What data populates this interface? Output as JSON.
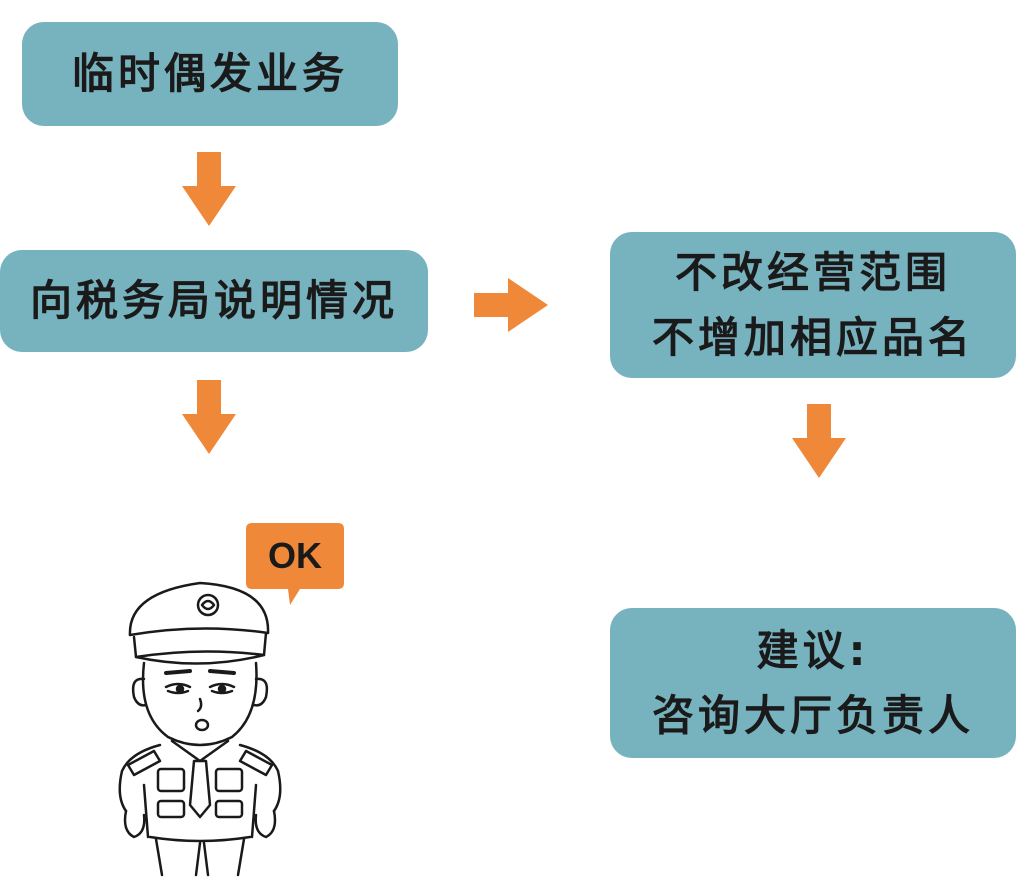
{
  "colors": {
    "box_fill": "#77b2bf",
    "arrow": "#f0883a",
    "bubble": "#f0883a",
    "text": "#1a1a1a"
  },
  "nodes": {
    "occasional_business": {
      "label": "临时偶发业务"
    },
    "explain_to_tax_bureau": {
      "label": "向税务局说明情况"
    },
    "no_change_scope": {
      "line1": "不改经营范围",
      "line2": "不增加相应品名"
    },
    "suggestion": {
      "line1": "建议:",
      "line2": "咨询大厅负责人"
    }
  },
  "speech_bubble": {
    "text": "OK"
  },
  "illustration": {
    "icon": "tax-officer-illustration"
  }
}
